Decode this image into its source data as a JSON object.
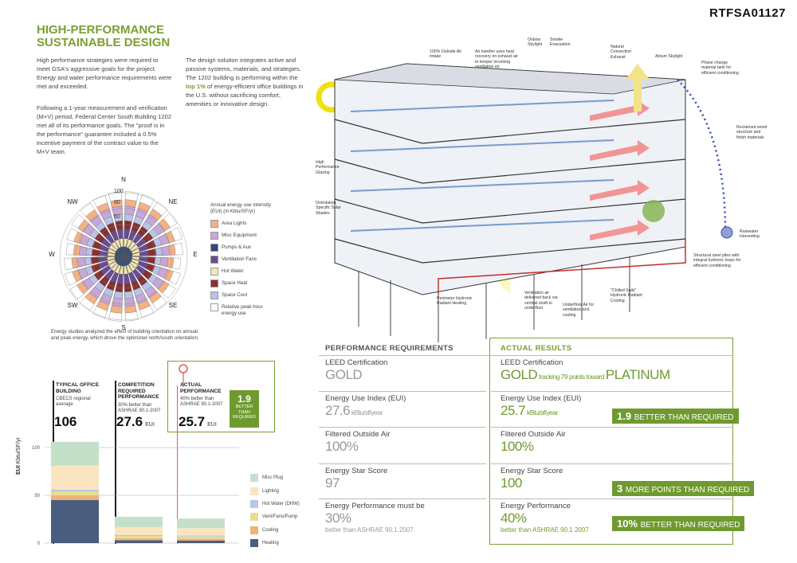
{
  "project_code": "RTFSA01127",
  "title": "HIGH-PERFORMANCE SUSTAINABLE DESIGN",
  "intro": {
    "para1": "High performance strategies were required to meet GSA's aggressive goals for the project. Energy and water performance requirements were met and exceeded.",
    "para2": "Following a 1-year measurement and verification (M+V) period, Federal Center South Building 1202 met all of its performance goals. The \"proof is in the performance\" guarantee included a 0.5% incentive payment of the contract value to the M+V team.",
    "para3_pre": "The design solution integrates active and passive systems, materials, and strategies. The 1202 building is performing within the ",
    "para3_hl": "top 1%",
    "para3_post": " of energy-efficient office buildings in the U.S. without sacrificing comfort, amenities or innovative design."
  },
  "orientation_chart": {
    "directions": [
      "N",
      "NE",
      "E",
      "SE",
      "S",
      "SW",
      "W",
      "NW"
    ],
    "ring_labels": [
      "100",
      "80",
      "60"
    ],
    "legend_title": "Annual energy use intensity (EUI) (in Kbtu/SF/yr)",
    "legend": [
      {
        "label": "Area Lights",
        "color": "#f4b183"
      },
      {
        "label": "Misc Equipment",
        "color": "#c5a7d8"
      },
      {
        "label": "Pumps & Aux",
        "color": "#2e4a7a"
      },
      {
        "label": "Ventilation Fans",
        "color": "#6a4c93"
      },
      {
        "label": "Hot Water",
        "color": "#f4e9b0"
      },
      {
        "label": "Space Heat",
        "color": "#8b2e2e"
      },
      {
        "label": "Space Cool",
        "color": "#b9c3e6"
      },
      {
        "label": "Relative peak hour energy use",
        "color": "#ffffff"
      }
    ],
    "caption": "Energy studies analyzed the effect of building orientation on annual and peak energy, which drove the optimized north/south orientation."
  },
  "eui_comparison": {
    "ylabel": "EUI",
    "yunit": "Kbtu/SF/yr",
    "yticks": [
      "100",
      "50",
      "0"
    ],
    "columns": [
      {
        "head": "TYPICAL OFFICE BUILDING",
        "sub": "CBECS regional average",
        "value": "106",
        "unit": ""
      },
      {
        "head": "COMPETITION REQUIRED PERFORMANCE",
        "sub": "30% better than ASHRAE 90.1-2007",
        "value": "27.6",
        "unit": "EUI"
      },
      {
        "head": "ACTUAL PERFORMANCE",
        "sub": "40% better than ASHRAE 90.1-2007",
        "value": "25.7",
        "unit": "EUI"
      }
    ],
    "better_box": {
      "number": "1.9",
      "text": "BETTER THAN REQUIRED"
    },
    "legend": [
      {
        "label": "Misc Plug",
        "color": "#c5e0c9"
      },
      {
        "label": "Lighting",
        "color": "#fbe5c0"
      },
      {
        "label": "Hot Water (DHW)",
        "color": "#b7c7e4"
      },
      {
        "label": "Vent/Fans/Pump",
        "color": "#e8de8f"
      },
      {
        "label": "Cooling",
        "color": "#f0b27a"
      },
      {
        "label": "Heating",
        "color": "#4a5d7e"
      }
    ]
  },
  "chart_data": {
    "type": "bar",
    "stacked": true,
    "categories": [
      "TYPICAL OFFICE BUILDING",
      "COMPETITION REQUIRED PERFORMANCE",
      "ACTUAL PERFORMANCE"
    ],
    "ylabel": "EUI",
    "ylim": [
      0,
      110
    ],
    "series": [
      {
        "name": "Heating",
        "values": [
          45,
          3,
          2.5
        ]
      },
      {
        "name": "Cooling",
        "values": [
          5,
          2,
          2
        ]
      },
      {
        "name": "Vent/Fans/Pump",
        "values": [
          4,
          2.5,
          2.4
        ]
      },
      {
        "name": "Hot Water (DHW)",
        "values": [
          2,
          1.1,
          1
        ]
      },
      {
        "name": "Lighting",
        "values": [
          25,
          8,
          7.8
        ]
      },
      {
        "name": "Misc Plug",
        "values": [
          25,
          11,
          10
        ]
      }
    ]
  },
  "performance": {
    "req_header": "PERFORMANCE REQUIREMENTS",
    "res_header": "ACTUAL RESULTS",
    "rows": [
      {
        "label": "LEED Certification",
        "req": "GOLD",
        "req_unit": "",
        "req_sub": "",
        "res": "GOLD",
        "res_unit": "",
        "res_mid": "tracking 79 points toward",
        "res_tail": "PLATINUM",
        "res_sub": "",
        "badge_num": "",
        "badge_text": ""
      },
      {
        "label": "Energy Use Index (EUI)",
        "req": "27.6",
        "req_unit": "kBtu/sf/year",
        "req_sub": "",
        "res": "25.7",
        "res_unit": "kBtu/sf/year",
        "res_mid": "",
        "res_tail": "",
        "res_sub": "",
        "badge_num": "1.9",
        "badge_text": "BETTER THAN REQUIRED"
      },
      {
        "label": "Filtered Outside Air",
        "req": "100%",
        "req_unit": "",
        "req_sub": "",
        "res": "100%",
        "res_unit": "",
        "res_mid": "",
        "res_tail": "",
        "res_sub": "",
        "badge_num": "",
        "badge_text": ""
      },
      {
        "label": "Energy Star Score",
        "req": "97",
        "req_unit": "",
        "req_sub": "",
        "res": "100",
        "res_unit": "",
        "res_mid": "",
        "res_tail": "",
        "res_sub": "",
        "badge_num": "3",
        "badge_text": "MORE POINTS THAN REQUIRED"
      },
      {
        "label_req": "Energy Performance must be",
        "label": "Energy Performance",
        "req": "30%",
        "req_unit": "",
        "req_sub": "better than ASHRAE 90.1 2007",
        "res": "40%",
        "res_unit": "",
        "res_mid": "",
        "res_tail": "",
        "res_sub": "better than ASHRAE 90.1 2007",
        "badge_num": "10%",
        "badge_text": "BETTER THAN REQUIRED"
      }
    ]
  },
  "building_annotations": {
    "outside_air": "100% Outside Air Intake",
    "air_handler": "Air handler uses heat recovery on exhaust air to temper incoming ventilation air",
    "oxbow": "Oxbow Skylight",
    "smoke": "Smoke Evacuation",
    "natural_convection": "Natural Convection Exhaust",
    "atrium": "Atrium Skylight",
    "phase_change": "Phase change material tank for efficient conditioning",
    "reclaimed": "Reclaimed wood structure and finish materials",
    "glazing": "High Performance Glazing",
    "shades": "Orientation Specific Solar Shades",
    "rainwater": "Rainwater Harvesting",
    "steel_piles": "Structural steel piles with integral hydronic loops for efficient conditioning",
    "perimeter": "Perimeter Hydronic Radiant Heating",
    "ventilation": "Ventilation air delivered back via vertical shaft to underfloor",
    "underfloor": "Underfloor Air for ventilation and cooling",
    "chilled_sails": "\"Chilled Sails\" Hydronic Radiant Cooling"
  }
}
